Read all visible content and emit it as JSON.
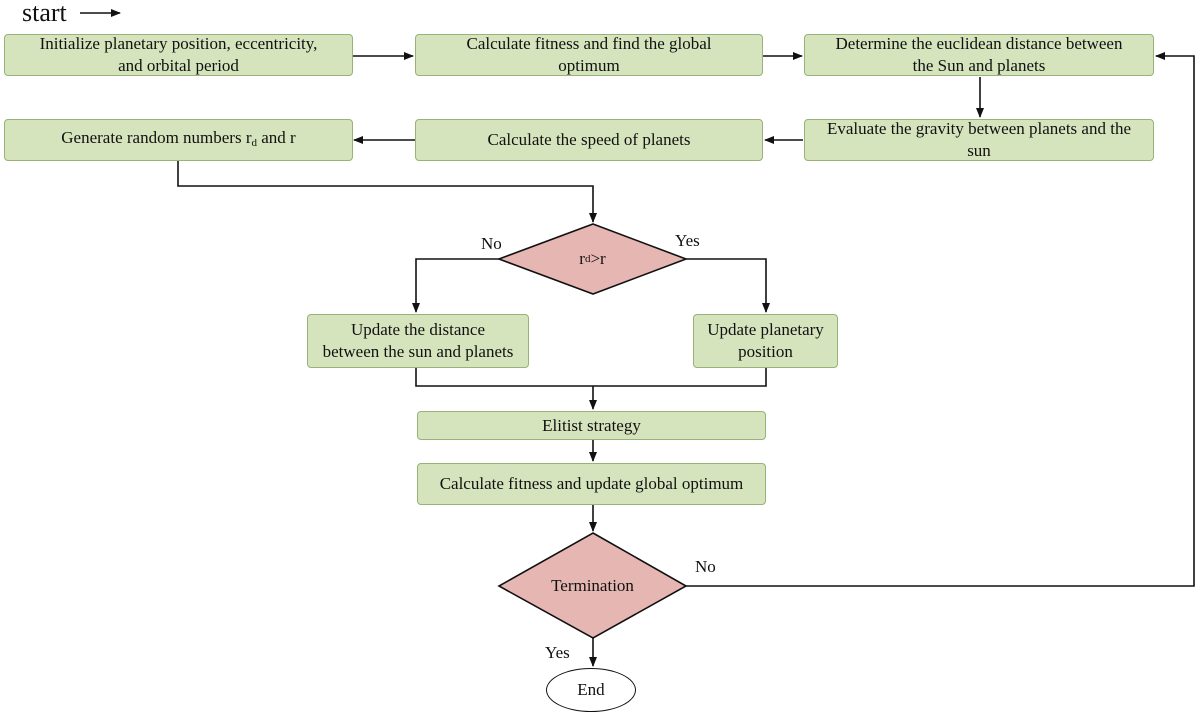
{
  "colors": {
    "box_fill": "#d6e4bd",
    "box_stroke": "#97b377",
    "diamond_fill": "#e6b7b2",
    "line": "#111111"
  },
  "start": "start",
  "boxes": {
    "init": [
      "Initialize planetary position, eccentricity,",
      "and orbital period"
    ],
    "calc_fitness": [
      "Calculate fitness and find the global",
      "optimum"
    ],
    "euclid": [
      "Determine the euclidean distance between",
      "the Sun and planets"
    ],
    "gravity": [
      "Evaluate the gravity between planets and the",
      "sun"
    ],
    "speed": "Calculate the speed of planets",
    "random": {
      "prefix": "Generate random numbers r",
      "sub": "d",
      "suffix": " and r"
    },
    "update_distance": [
      "Update the distance",
      "between the sun and planets"
    ],
    "update_position": [
      "Update planetary",
      "position"
    ],
    "elitist": "Elitist strategy",
    "update_global": "Calculate fitness and update global optimum"
  },
  "decision1": {
    "prefix": "r",
    "sub": "d",
    "suffix": ">r",
    "no": "No",
    "yes": "Yes"
  },
  "decision2": {
    "text": "Termination",
    "no": "No",
    "yes": "Yes"
  },
  "end": "End"
}
